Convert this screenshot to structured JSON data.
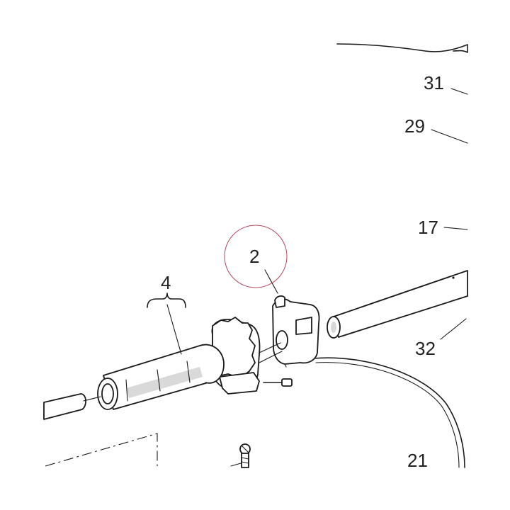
{
  "callouts": [
    {
      "id": "31",
      "label": "31"
    },
    {
      "id": "29",
      "label": "29"
    },
    {
      "id": "17",
      "label": "17"
    },
    {
      "id": "2",
      "label": "2"
    },
    {
      "id": "4",
      "label": "4"
    },
    {
      "id": "32",
      "label": "32"
    },
    {
      "id": "21",
      "label": "21"
    }
  ],
  "colors": {
    "line": "#1a1a1a",
    "highlight_circle": "#b0475a",
    "shading": "#d9d9d9"
  }
}
